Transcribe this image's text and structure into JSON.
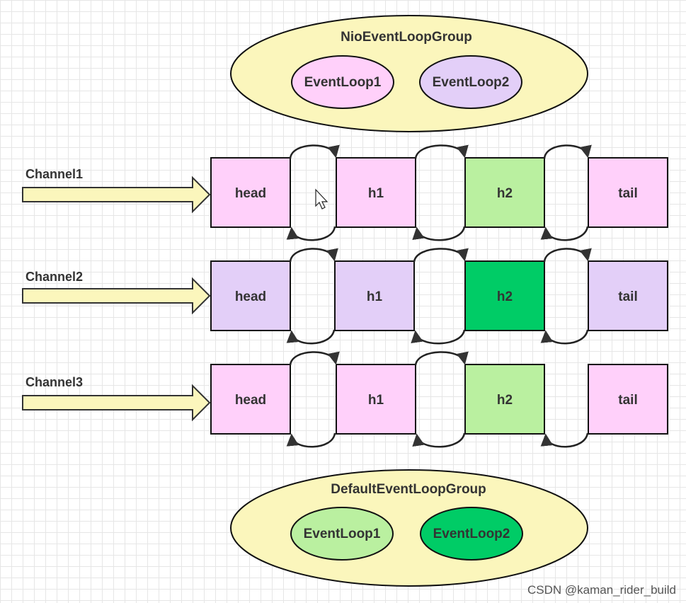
{
  "groups": {
    "top": {
      "title": "NioEventLoopGroup",
      "loop1": "EventLoop1",
      "loop2": "EventLoop2"
    },
    "bottom": {
      "title": "DefaultEventLoopGroup",
      "loop1": "EventLoop1",
      "loop2": "EventLoop2"
    }
  },
  "channels": [
    {
      "label": "Channel1",
      "handlers": [
        "head",
        "h1",
        "h2",
        "tail"
      ]
    },
    {
      "label": "Channel2",
      "handlers": [
        "head",
        "h1",
        "h2",
        "tail"
      ]
    },
    {
      "label": "Channel3",
      "handlers": [
        "head",
        "h1",
        "h2",
        "tail"
      ]
    }
  ],
  "colors": {
    "group_fill": "#fbf6bc",
    "pink": "#ffd0fa",
    "lavender": "#e3cff8",
    "light_green": "#baf0a0",
    "bright_green": "#00cc66",
    "arrow_fill": "#fbf6bc"
  },
  "watermark": "CSDN @kaman_rider_build"
}
